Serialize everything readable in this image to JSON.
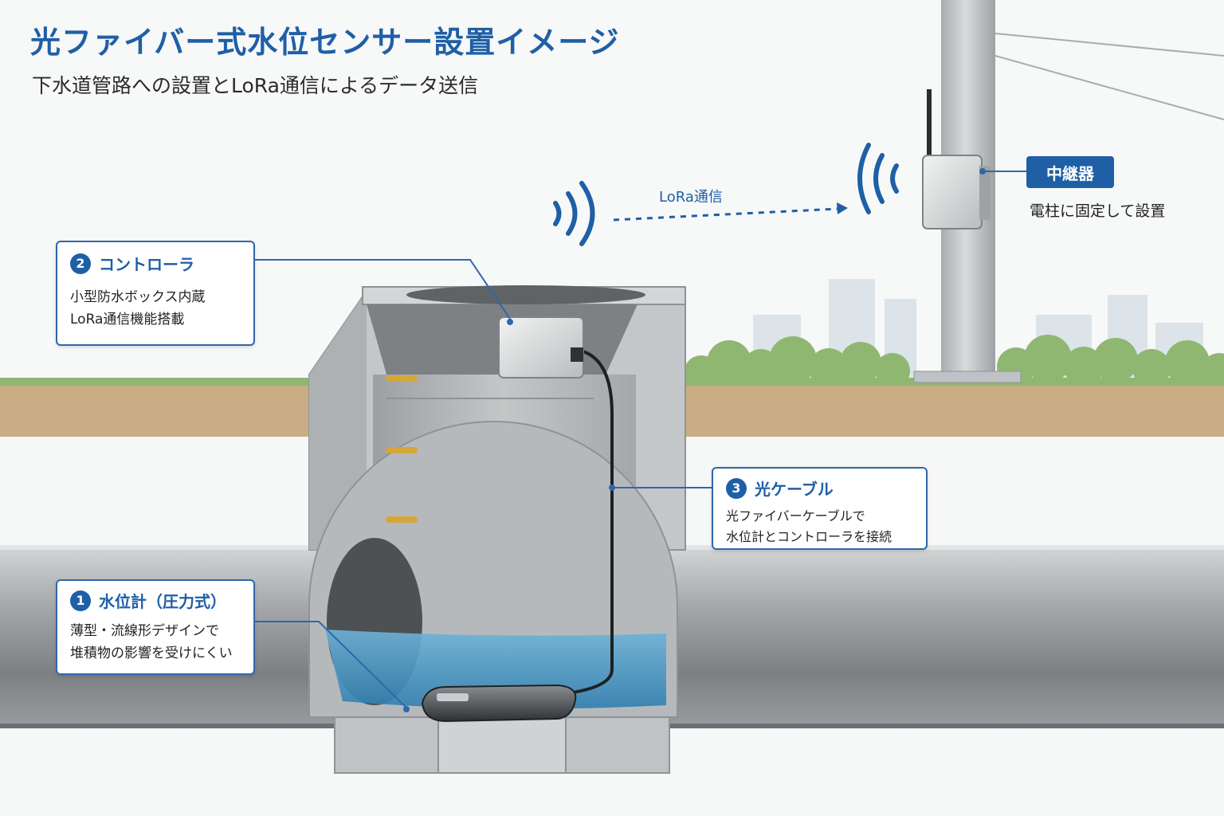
{
  "header": {
    "title": "光ファイバー式水位センサー設置イメージ",
    "subtitle": "下水道管路への設置とLoRa通信によるデータ送信"
  },
  "lora": {
    "label": "LoRa通信"
  },
  "repeater": {
    "label": "中継器",
    "description": "電柱に固定して設置"
  },
  "callouts": {
    "controller": {
      "number": "2",
      "title": "コントローラ",
      "lines": [
        "小型防水ボックス内蔵",
        "LoRa通信機能搭載"
      ]
    },
    "cable": {
      "number": "3",
      "title": "光ケーブル",
      "lines": [
        "光ファイバーケーブルで",
        "水位計とコントローラを接続"
      ]
    },
    "meter": {
      "number": "1",
      "title": "水位計（圧力式）",
      "lines": [
        "薄型・流線形デザインで",
        "堆積物の影響を受けにくい"
      ]
    }
  },
  "colors": {
    "accent": "#1f5fa6",
    "concrete": "#b9bcbe",
    "soil": "#c9ad84",
    "grass": "#8fb772",
    "water": "#4a9cc9"
  }
}
